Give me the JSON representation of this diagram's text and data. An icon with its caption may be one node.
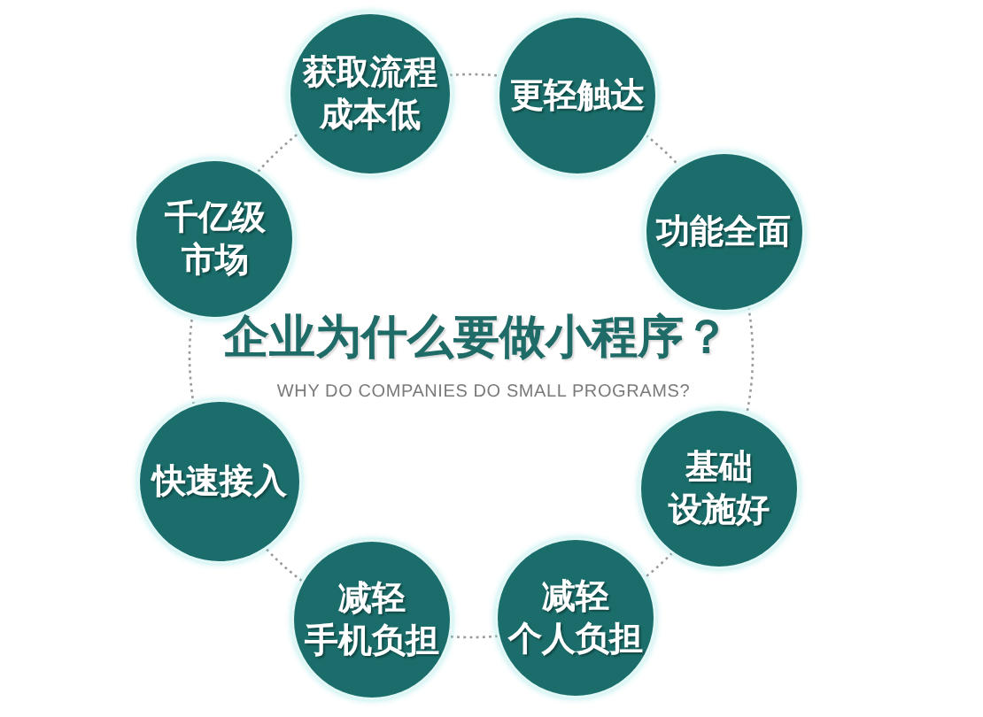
{
  "diagram": {
    "title": "企业为什么要做小程序？",
    "nodes": [
      {
        "text": [
          "获取流程成本低"
        ]
      },
      {
        "text": [
          "更轻触达"
        ]
      },
      {
        "text": [
          "功能全面"
        ]
      },
      {
        "text": [
          "基础设施好"
        ]
      },
      {
        "text": [
          "减轻个人负担"
        ]
      },
      {
        "text": [
          "减轻手机负担"
        ]
      },
      {
        "text": [
          "快速接入"
        ]
      },
      {
        "text": [
          "千亿级市场"
        ]
      }
    ],
    "edges": [
      {
        "from": 0,
        "to": 1,
        "arrow": "none",
        "style": "dashed"
      },
      {
        "from": 1,
        "to": 2,
        "arrow": "none",
        "style": "dashed"
      },
      {
        "from": 2,
        "to": 3,
        "arrow": "none",
        "style": "dashed"
      },
      {
        "from": 3,
        "to": 4,
        "arrow": "none",
        "style": "dashed"
      },
      {
        "from": 4,
        "to": 5,
        "arrow": "none",
        "style": "dashed"
      },
      {
        "from": 5,
        "to": 6,
        "arrow": "none",
        "style": "dashed"
      },
      {
        "from": 6,
        "to": 7,
        "arrow": "none",
        "style": "dashed"
      },
      {
        "from": 7,
        "to": 0,
        "arrow": "none",
        "style": "dashed"
      }
    ],
    "labels": [
      "WHY DO COMPANIES DO SMALL PROGRAMS?"
    ]
  }
}
